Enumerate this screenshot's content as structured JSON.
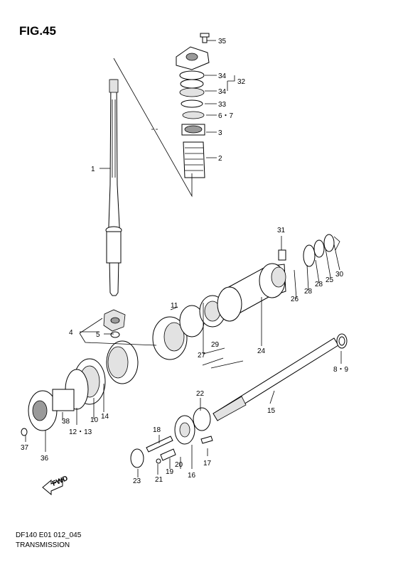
{
  "figure_title": "FIG.45",
  "drawing_code": "DF140 E01 012_045",
  "caption": "TRANSMISSION",
  "fwd_arrow_label": "FWD",
  "callouts": {
    "c1": "1",
    "c2": "2",
    "c3": "3",
    "c4": "4",
    "c5": "5",
    "c67": "6・7",
    "c89": "8・9",
    "c10": "10",
    "c11": "11",
    "c1213": "12・13",
    "c14": "14",
    "c15": "15",
    "c16": "16",
    "c17": "17",
    "c18": "18",
    "c19": "19",
    "c20": "20",
    "c21": "21",
    "c22": "22",
    "c23": "23",
    "c24": "24",
    "c25": "25",
    "c26": "26",
    "c27": "27",
    "c28a": "28",
    "c28b": "28",
    "c29": "29",
    "c30": "30",
    "c31": "31",
    "c32": "32",
    "c33": "33",
    "c34a": "34",
    "c34b": "34",
    "c35": "35",
    "c36": "36",
    "c37": "37",
    "c38": "38"
  }
}
